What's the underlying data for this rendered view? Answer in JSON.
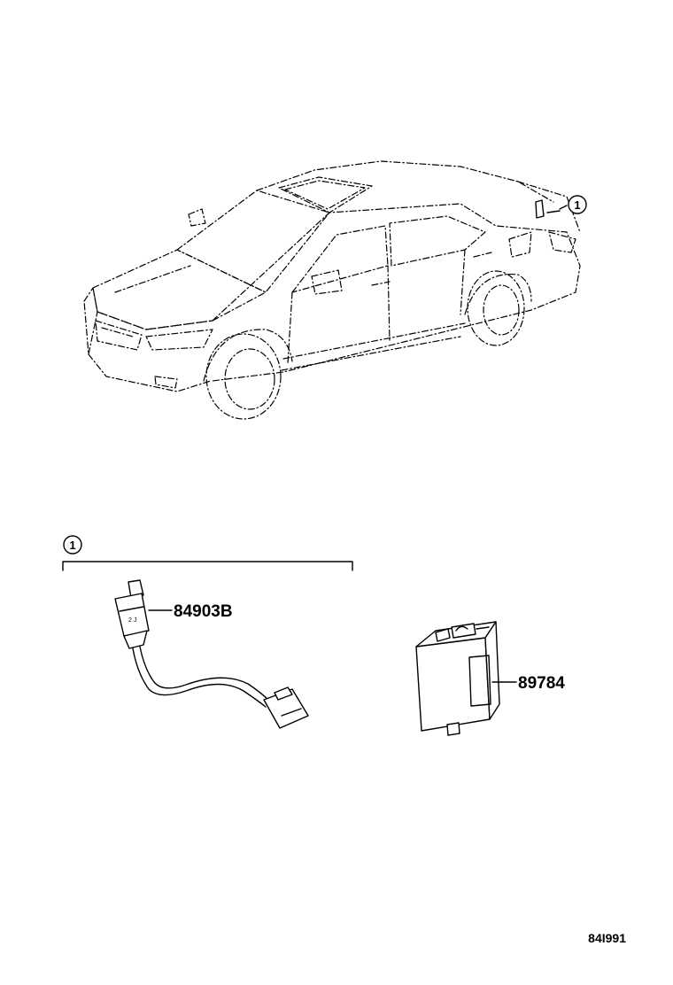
{
  "callout": {
    "number": "1"
  },
  "group": {
    "callout_number": "1"
  },
  "parts": [
    {
      "part_number": "84903B"
    },
    {
      "part_number": "89784"
    }
  ],
  "diagram_code": "84I991"
}
